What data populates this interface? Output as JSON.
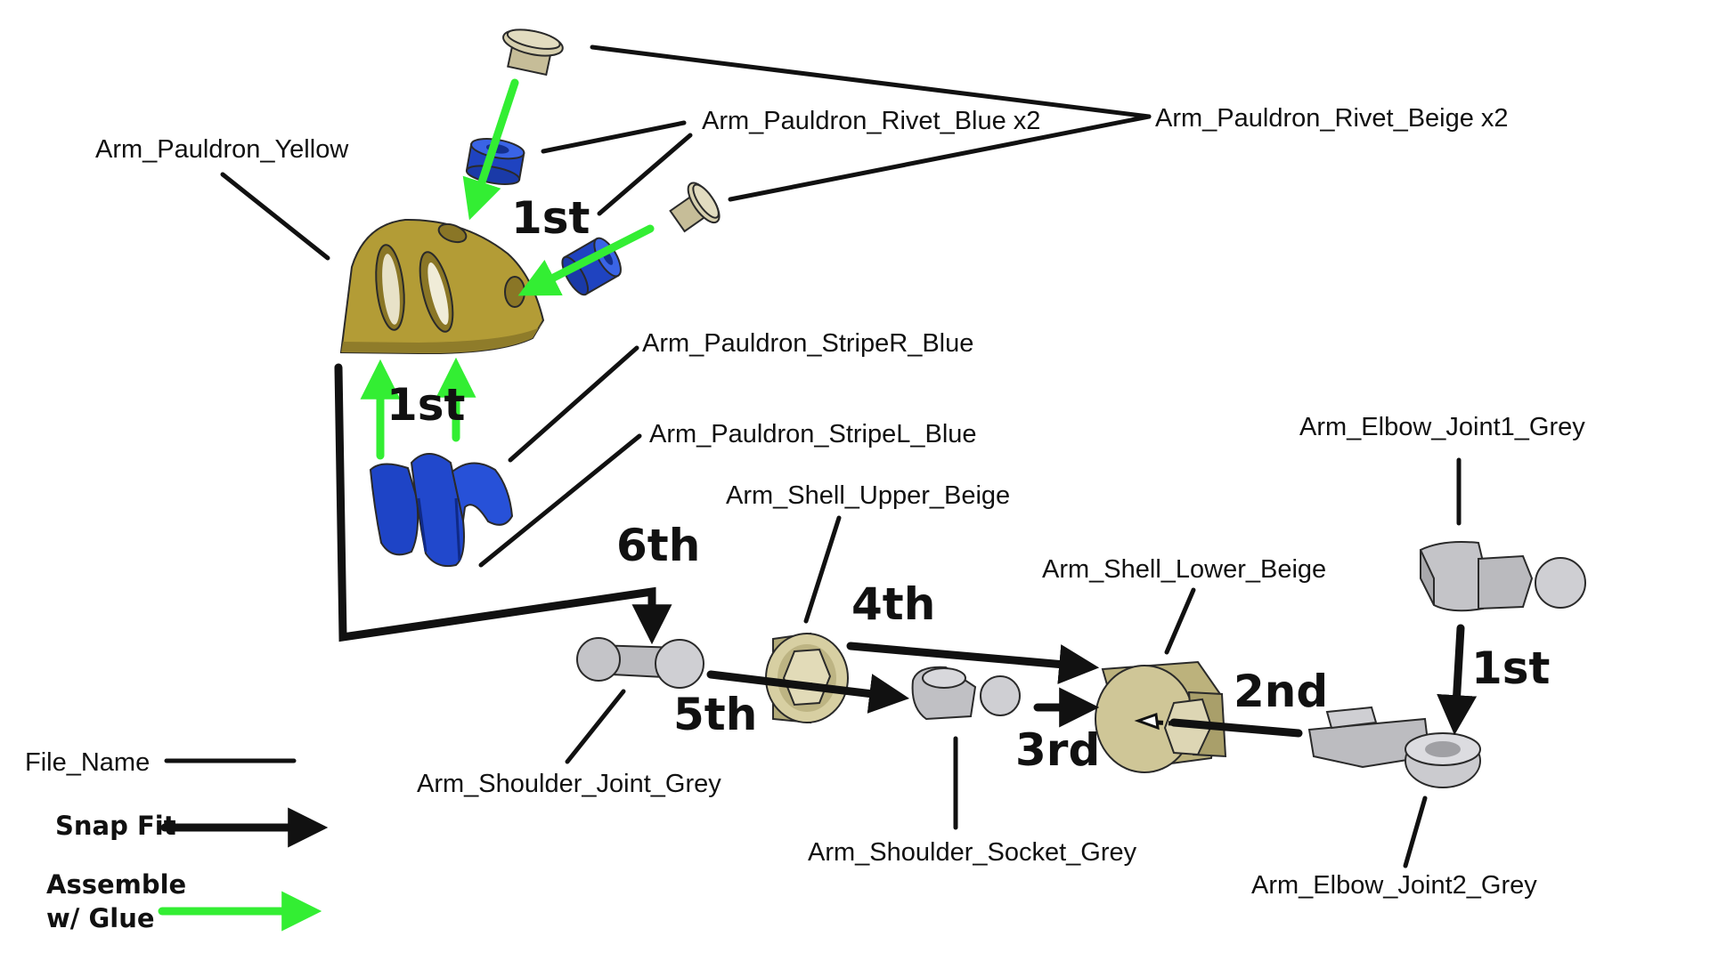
{
  "labels": {
    "rivet_blue": "Arm_Pauldron_Rivet_Blue x2",
    "rivet_beige": "Arm_Pauldron_Rivet_Beige x2",
    "pauldron_yellow": "Arm_Pauldron_Yellow",
    "stripe_r": "Arm_Pauldron_StripeR_Blue",
    "stripe_l": "Arm_Pauldron_StripeL_Blue",
    "shell_upper": "Arm_Shell_Upper_Beige",
    "shell_lower": "Arm_Shell_Lower_Beige",
    "elbow_joint1": "Arm_Elbow_Joint1_Grey",
    "elbow_joint2": "Arm_Elbow_Joint2_Grey",
    "shoulder_joint": "Arm_Shoulder_Joint_Grey",
    "shoulder_socket": "Arm_Shoulder_Socket_Grey"
  },
  "steps": {
    "rivet_step": "1st",
    "stripe_step": "1st",
    "elbow_step": "1st",
    "shell_step": "2nd",
    "socket_step": "3rd",
    "upper_step": "4th",
    "joint_step": "5th",
    "pauldron_step": "6th"
  },
  "legend": {
    "file_name": "File_Name",
    "snap_fit": "Snap Fit",
    "glue_line1": "Assemble",
    "glue_line2": "w/ Glue"
  },
  "colors": {
    "pauldron_yellow": "#b9a23c",
    "rivet_blue": "#2a4fd0",
    "stripe_blue": "#1f45c8",
    "beige": "#cfc6a0",
    "shell_beige": "#c9c090",
    "grey": "#c8c8cc",
    "glue_arrow": "#33ee33",
    "snap_arrow": "#111111"
  },
  "icons": {
    "rivet_beige_top": "beige-rivet-icon",
    "rivet_beige_side": "beige-rivet-icon",
    "rivet_blue_top": "blue-rivet-icon",
    "rivet_blue_side": "blue-rivet-icon",
    "pauldron": "yellow-pauldron-part",
    "stripes": "blue-stripe-parts",
    "shoulder_joint": "grey-shoulder-joint-part",
    "shell_upper": "beige-upper-shell-part",
    "shoulder_socket": "grey-shoulder-socket-part",
    "shell_lower": "beige-lower-shell-part",
    "elbow_joint1": "grey-elbow-joint1-part",
    "elbow_joint2": "grey-elbow-joint2-part"
  }
}
